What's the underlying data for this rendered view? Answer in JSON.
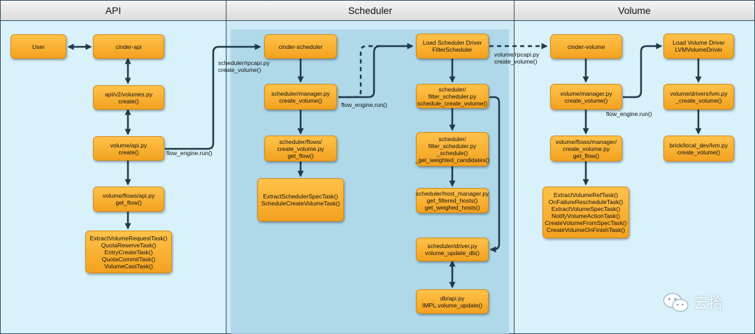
{
  "lanes": {
    "api": "API",
    "scheduler": "Scheduler",
    "volume": "Volume"
  },
  "nodes": {
    "user": "User",
    "cinder_api": "cinder-api",
    "api_volumes": "api/v2/volumes.py\ncreate()",
    "volume_api": "volume/api.py\ncreate()",
    "volume_flows_api": "volume/flows/api.py\nget_flow()",
    "api_tasks": "ExtractVolumeRequestTask()\nQuotaReserveTask()\nEntryCreateTask()\nQuotaCommitTask()\nVolumeCastTask()",
    "cinder_scheduler": "cinder-scheduler",
    "scheduler_manager": "scheduler/manager.py\ncreate_volume()",
    "scheduler_flows": "scheduler/flows/\ncreate_volume.py\nget_flow()",
    "scheduler_tasks": "ExtractSchedulerSpecTask()\nScheduleCreateVolumeTask()",
    "load_scheduler_driver": "Load Scheduler Driver\nFilterScheduler",
    "filter_schedule_create": "scheduler/\nfilter_scheduler.py\nschedule_create_volume()",
    "filter_schedule": "scheduler/\nfilter_scheduler.py\n_schedule()\n_get_weighted_candidates()",
    "host_manager": "scheduler/host_manager.py\nget_filtered_hosts()\nget_weighed_hosts()",
    "scheduler_driver": "scheduler/driver.py\nvolume_update_db()",
    "db_api": "db/api.py\nIMPL.volume_update()",
    "cinder_volume": "cinder-volume",
    "volume_manager": "volume/manager.py\ncreate_volume()",
    "volume_flows_manager": "volume/flows/manager/\ncreate_volume.py\nget_flow()",
    "volume_tasks": "ExtractVolumeRefTask()\nOnFailureRescheduleTask()\nExtractVolumeSpecTask()\nNotifyVolumeActionTask()\nCreateVolumeFromSpecTask()\nCreateVolumeOnFinishTask()",
    "load_volume_driver": "Load Volume Driver\nLVMVolumeDriver",
    "drivers_lvm": "volume/drivers/lvm.py\n_create_volume()",
    "brick_lvm": "brick/local_dev/lvm.py\ncreate_volume()"
  },
  "edge_labels": {
    "api_flow_engine": "flow_engine.run()",
    "scheduler_rpcapi": "scheduler/rpcapi.py\ncreate_volume()",
    "scheduler_flow_engine": "flow_engine.run()",
    "volume_rpcapi": "volume/rpcapi.py\ncreate_volume()",
    "volume_flow_engine": "flow_engine.run()"
  },
  "watermark": "云拾",
  "colors": {
    "box_fill": "#f7ae2c",
    "box_border": "#d58a14",
    "lane_bg": "#d8f1fb",
    "scheduler_shade": "#a9d5e6",
    "arrow": "#1d3a4c"
  }
}
